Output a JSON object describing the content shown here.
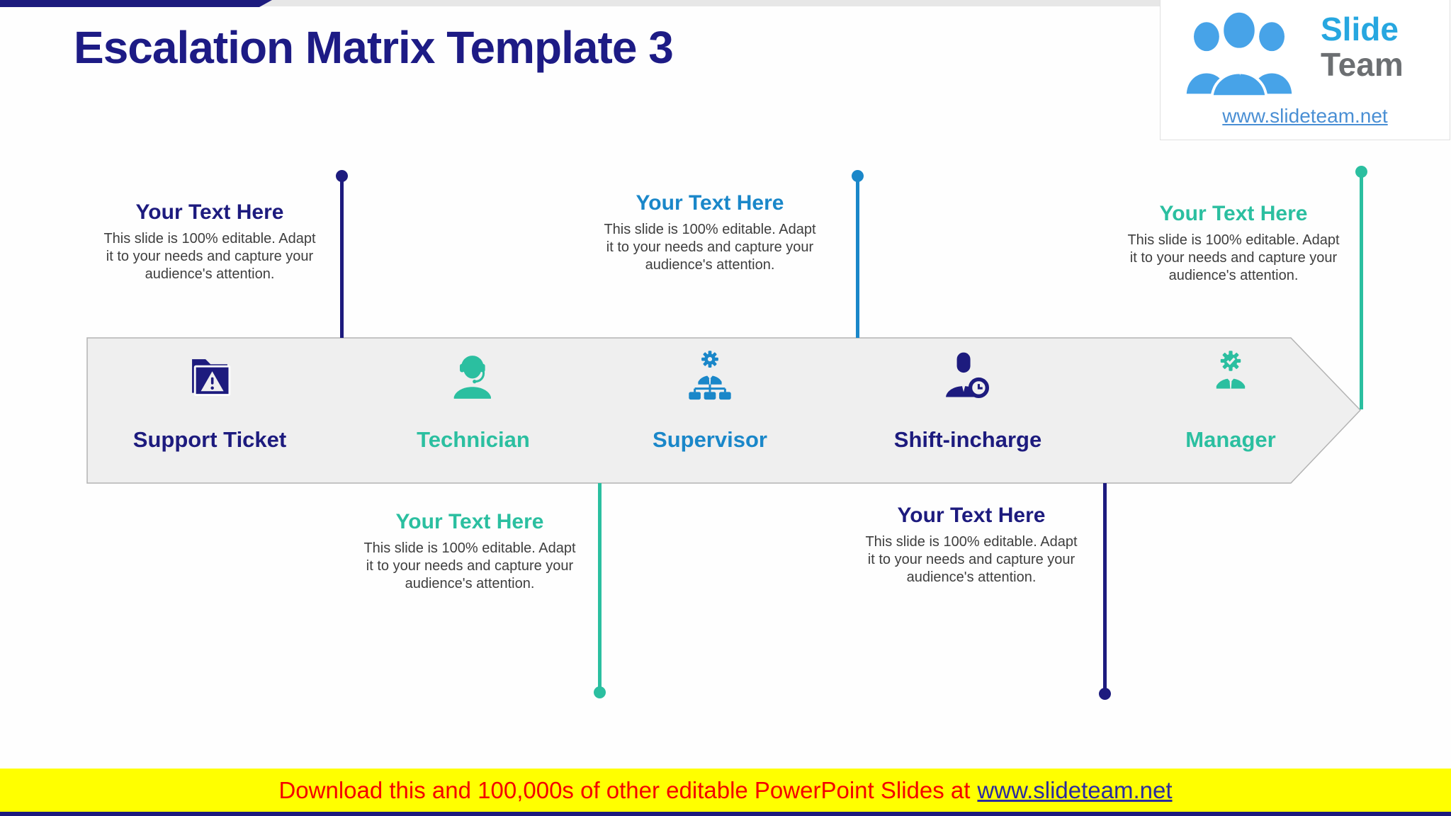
{
  "slide": {
    "title": "Escalation Matrix Template 3"
  },
  "logo": {
    "brand_top": "Slide",
    "brand_bottom": "Team",
    "website": "www.slideteam.net",
    "colors": {
      "brand_blue": "#27a7e0",
      "brand_gray": "#6c6f72",
      "people_blue": "#47a3e8",
      "link_blue": "#4a8fd4"
    }
  },
  "band": {
    "fill": "#efefef",
    "border": "#b3b3b3",
    "shape": "right-arrow"
  },
  "stages": [
    {
      "label": "Support Ticket",
      "icon": "folder-warning-icon",
      "color": "#1d1b7e"
    },
    {
      "label": "Technician",
      "icon": "headset-person-icon",
      "color": "#2bbfa0"
    },
    {
      "label": "Supervisor",
      "icon": "org-chart-person-icon",
      "color": "#1a87c9"
    },
    {
      "label": "Shift-incharge",
      "icon": "person-clock-icon",
      "color": "#1d1b7e"
    },
    {
      "label": "Manager",
      "icon": "gear-check-person-icon",
      "color": "#2bbfa0"
    }
  ],
  "text_blocks": [
    {
      "heading": "Your Text Here",
      "body": "This slide is 100% editable. Adapt it to your needs and capture your audience's attention.",
      "color": "#1d1b7e",
      "position": "above-support-ticket"
    },
    {
      "heading": "Your Text Here",
      "body": "This slide is 100% editable. Adapt it to your needs and capture your audience's attention.",
      "color": "#1a87c9",
      "position": "above-supervisor"
    },
    {
      "heading": "Your Text Here",
      "body": "This slide is 100% editable. Adapt it to your needs and capture your audience's attention.",
      "color": "#2bbfa0",
      "position": "above-manager"
    },
    {
      "heading": "Your Text Here",
      "body": "This slide is 100% editable. Adapt it to your needs and capture your audience's attention.",
      "color": "#2bbfa0",
      "position": "below-technician"
    },
    {
      "heading": "Your Text Here",
      "body": "This slide is 100% editable. Adapt it to your needs and capture your audience's attention.",
      "color": "#1d1b7e",
      "position": "below-shift-incharge"
    }
  ],
  "connectors": [
    {
      "side": "above",
      "color": "#1d1b7e"
    },
    {
      "side": "above",
      "color": "#1a87c9"
    },
    {
      "side": "above",
      "color": "#2bbfa0"
    },
    {
      "side": "below",
      "color": "#2bbfa0"
    },
    {
      "side": "below",
      "color": "#1d1b7e"
    }
  ],
  "banner": {
    "text_prefix": "Download this and 100,000s of other editable PowerPoint Slides at",
    "link_text": "www.slideteam.net",
    "bg": "#ffff00",
    "text_color": "#f40000",
    "link_color": "#2b2b9e"
  },
  "colors": {
    "navy": "#1d1b7e",
    "blue": "#1a87c9",
    "teal": "#2bbfa0",
    "body_text": "#3e3e3e",
    "top_strip_gray": "#e7e7e7"
  }
}
